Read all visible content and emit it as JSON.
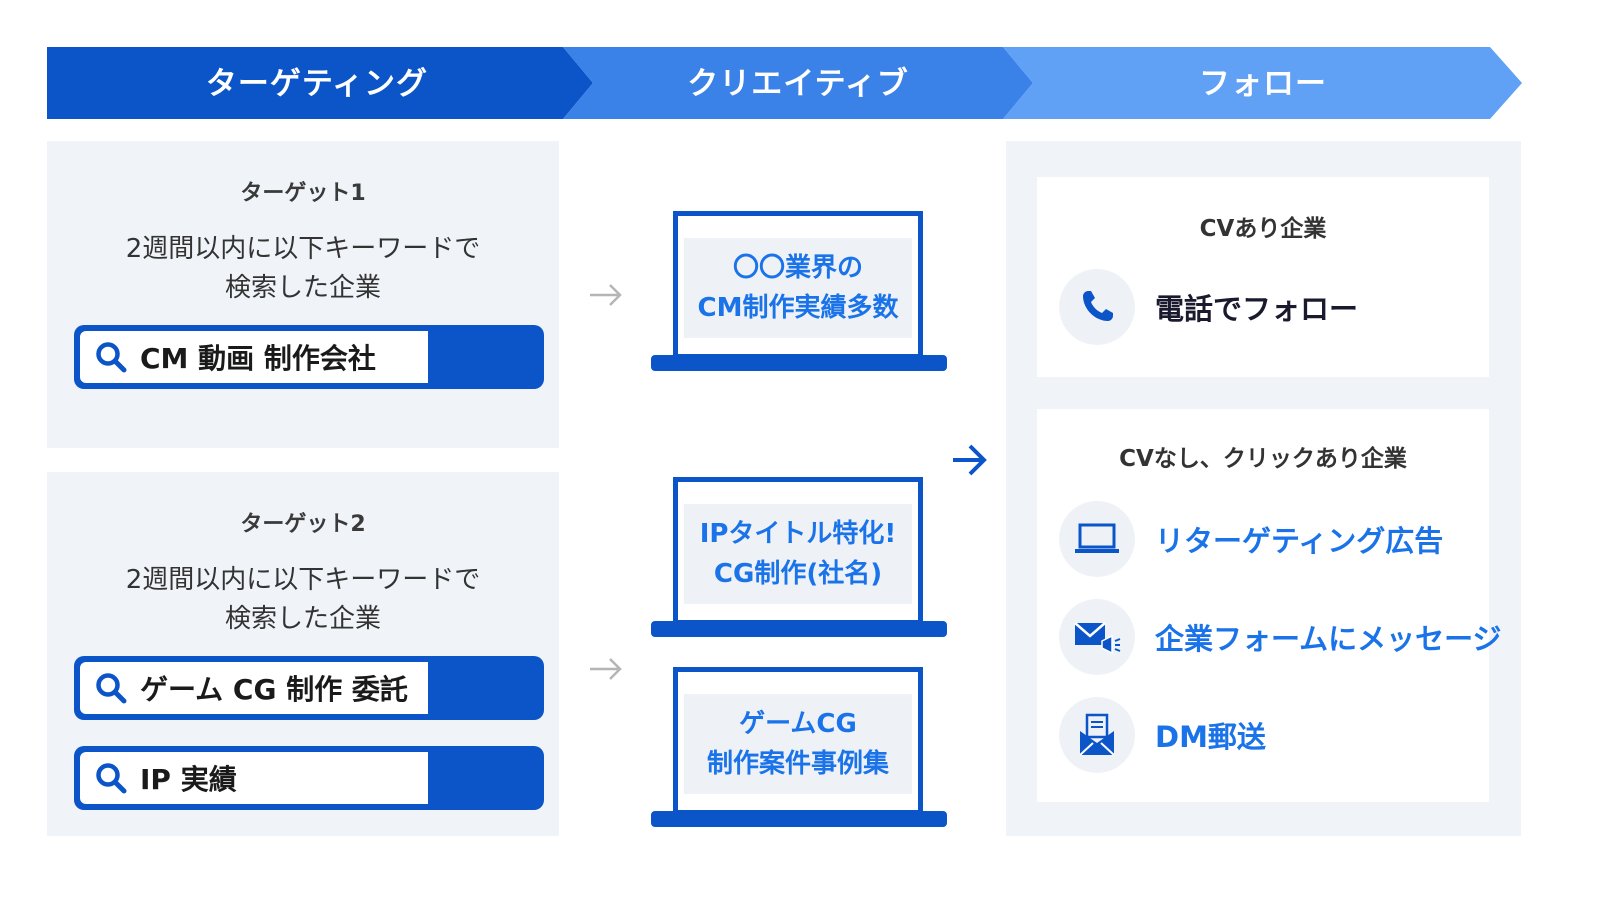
{
  "header": {
    "stages": [
      {
        "label": "ターゲティング",
        "color": "#0b55c8"
      },
      {
        "label": "クリエイティブ",
        "color": "#3b82e8"
      },
      {
        "label": "フォロー",
        "color": "#60a0f5"
      }
    ]
  },
  "targets": [
    {
      "title": "ターゲット1",
      "desc_line1": "2週間以内に以下キーワードで",
      "desc_line2": "検索した企業",
      "keywords": [
        "CM 動画 制作会社"
      ]
    },
    {
      "title": "ターゲット2",
      "desc_line1": "2週間以内に以下キーワードで",
      "desc_line2": "検索した企業",
      "keywords": [
        "ゲーム CG 制作 委託",
        "IP 実績"
      ]
    }
  ],
  "creatives": [
    {
      "line1": "〇〇業界の",
      "line2": "CM制作実績多数"
    },
    {
      "line1": "IPタイトル特化!",
      "line2": "CG制作(社名)"
    },
    {
      "line1": "ゲームCG",
      "line2": "制作案件事例集"
    }
  ],
  "follow": {
    "cv_card": {
      "title": "CVあり企業",
      "items": [
        {
          "icon": "phone-icon",
          "label": "電話でフォロー",
          "color": "#1a1a2e"
        }
      ]
    },
    "click_card": {
      "title": "CVなし、クリックあり企業",
      "items": [
        {
          "icon": "laptop-icon",
          "label": "リターゲティング広告",
          "color": "#1a73e8"
        },
        {
          "icon": "mail-megaphone-icon",
          "label": "企業フォームにメッセージ",
          "color": "#1a73e8"
        },
        {
          "icon": "postal-mail-icon",
          "label": "DM郵送",
          "color": "#1a73e8"
        }
      ]
    }
  },
  "colors": {
    "primary": "#0b55c8",
    "accent_text": "#1a73e8",
    "panel_bg": "#f0f4f9"
  }
}
